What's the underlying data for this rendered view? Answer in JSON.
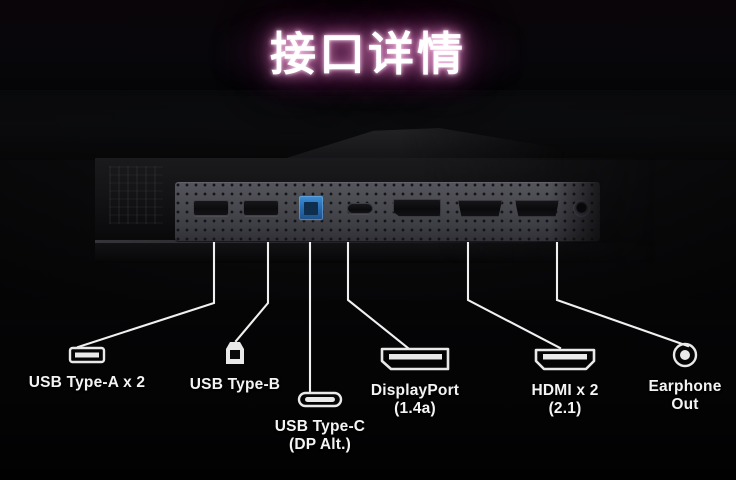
{
  "title": {
    "text": "接口详情",
    "glow_color": "#e278be",
    "text_color": "#ffffff"
  },
  "device": {
    "name": "monitor-rear-io-panel",
    "plate_color": "#4a4a51"
  },
  "ports": [
    {
      "id": "usb-a",
      "icon": "usb-type-a-icon",
      "label_line1": "USB Type-A x 2",
      "label_line2": "",
      "count": 2,
      "color": "#141417"
    },
    {
      "id": "usb-b",
      "icon": "usb-type-b-icon",
      "label_line1": "USB Type-B",
      "label_line2": "",
      "count": 1,
      "color": "#2a6fb4"
    },
    {
      "id": "usb-c",
      "icon": "usb-type-c-icon",
      "label_line1": "USB Type-C",
      "label_line2": "(DP Alt.)",
      "count": 1,
      "color": "#141417"
    },
    {
      "id": "displayport",
      "icon": "displayport-icon",
      "label_line1": "DisplayPort",
      "label_line2": "(1.4a)",
      "count": 1,
      "color": "#141417"
    },
    {
      "id": "hdmi",
      "icon": "hdmi-icon",
      "label_line1": "HDMI x 2",
      "label_line2": "(2.1)",
      "count": 2,
      "color": "#141417"
    },
    {
      "id": "earphone-out",
      "icon": "headphone-jack-icon",
      "label_line1": "Earphone",
      "label_line2": "Out",
      "count": 1,
      "color": "#4a4a52"
    }
  ]
}
